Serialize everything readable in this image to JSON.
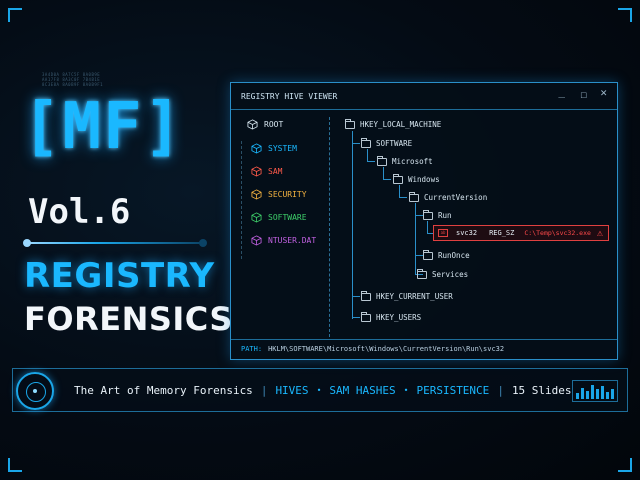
{
  "brand": {
    "logo": "[MF]",
    "volume": "Vol.6",
    "title_line1": "REGISTRY",
    "title_line2": "FORENSICS",
    "hex_noise": [
      "3A4D0A 8A7C5F 8A0B9E",
      "AA17F8 8A3C0F 7B4B1E",
      "8C3E8A 8A0B9F 8A0B9F1"
    ]
  },
  "window": {
    "title": "REGISTRY HIVE VIEWER",
    "hives": [
      {
        "label": "ROOT",
        "color": "#d7e6f0",
        "icon": "cube-icon"
      },
      {
        "label": "SYSTEM",
        "color": "#1ab8ff",
        "icon": "cube-icon"
      },
      {
        "label": "SAM",
        "color": "#ff5a4a",
        "icon": "cube-icon"
      },
      {
        "label": "SECURITY",
        "color": "#f0b040",
        "icon": "cube-icon"
      },
      {
        "label": "SOFTWARE",
        "color": "#3ecf6a",
        "icon": "cube-icon"
      },
      {
        "label": "NTUSER.DAT",
        "color": "#c060e0",
        "icon": "cube-icon"
      }
    ],
    "tree": {
      "hklm": "HKEY_LOCAL_MACHINE",
      "software": "SOFTWARE",
      "microsoft": "Microsoft",
      "windows": "Windows",
      "currentversion": "CurrentVersion",
      "run": "Run",
      "runonce": "RunOnce",
      "services": "Services",
      "hkcu": "HKEY_CURRENT_USER",
      "hku": "HKEY_USERS"
    },
    "selected_value": {
      "icon_text": "ab",
      "name": "svc32",
      "type": "REG_SZ",
      "data": "C:\\Temp\\svc32.exe",
      "alert_icon": "warning-icon"
    },
    "path_label": "PATH:",
    "path_value": "HKLM\\SOFTWARE\\Microsoft\\Windows\\CurrentVersion\\Run\\svc32"
  },
  "footer": {
    "tagline": "The Art of Memory Forensics",
    "keywords": [
      "HIVES",
      "SAM HASHES",
      "PERSISTENCE"
    ],
    "slides": "15 Slides",
    "accent": "#1ab8ff"
  }
}
